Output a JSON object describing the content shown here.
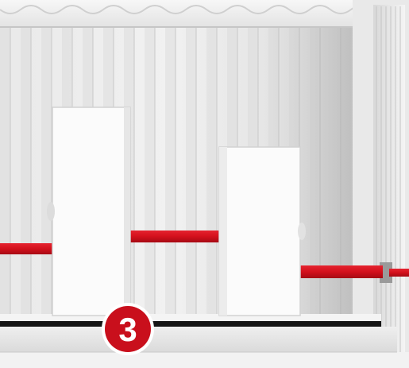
{
  "image": {
    "kind": "container interior illustration",
    "colors": {
      "wall_light": "#efefef",
      "wall_mid": "#d9d9d9",
      "wall_shadow": "#bdbdbd",
      "floor": "#e4e4e4",
      "floor_edge": "#151515",
      "strap_red": "#d7121f",
      "badge_red": "#c90f1c",
      "badge_text": "#ffffff",
      "crate_face": "#fbfbfb",
      "crate_side": "#e6e6e6"
    },
    "badge": {
      "label": "3",
      "icon": "step-number-badge"
    },
    "objects": [
      {
        "name": "crate-left",
        "icon": "cargo-crate-icon"
      },
      {
        "name": "crate-right",
        "icon": "cargo-crate-icon"
      },
      {
        "name": "strap-left",
        "icon": "lashing-strap-icon"
      },
      {
        "name": "strap-middle",
        "icon": "lashing-strap-icon"
      },
      {
        "name": "strap-right",
        "icon": "lashing-strap-icon"
      }
    ]
  }
}
